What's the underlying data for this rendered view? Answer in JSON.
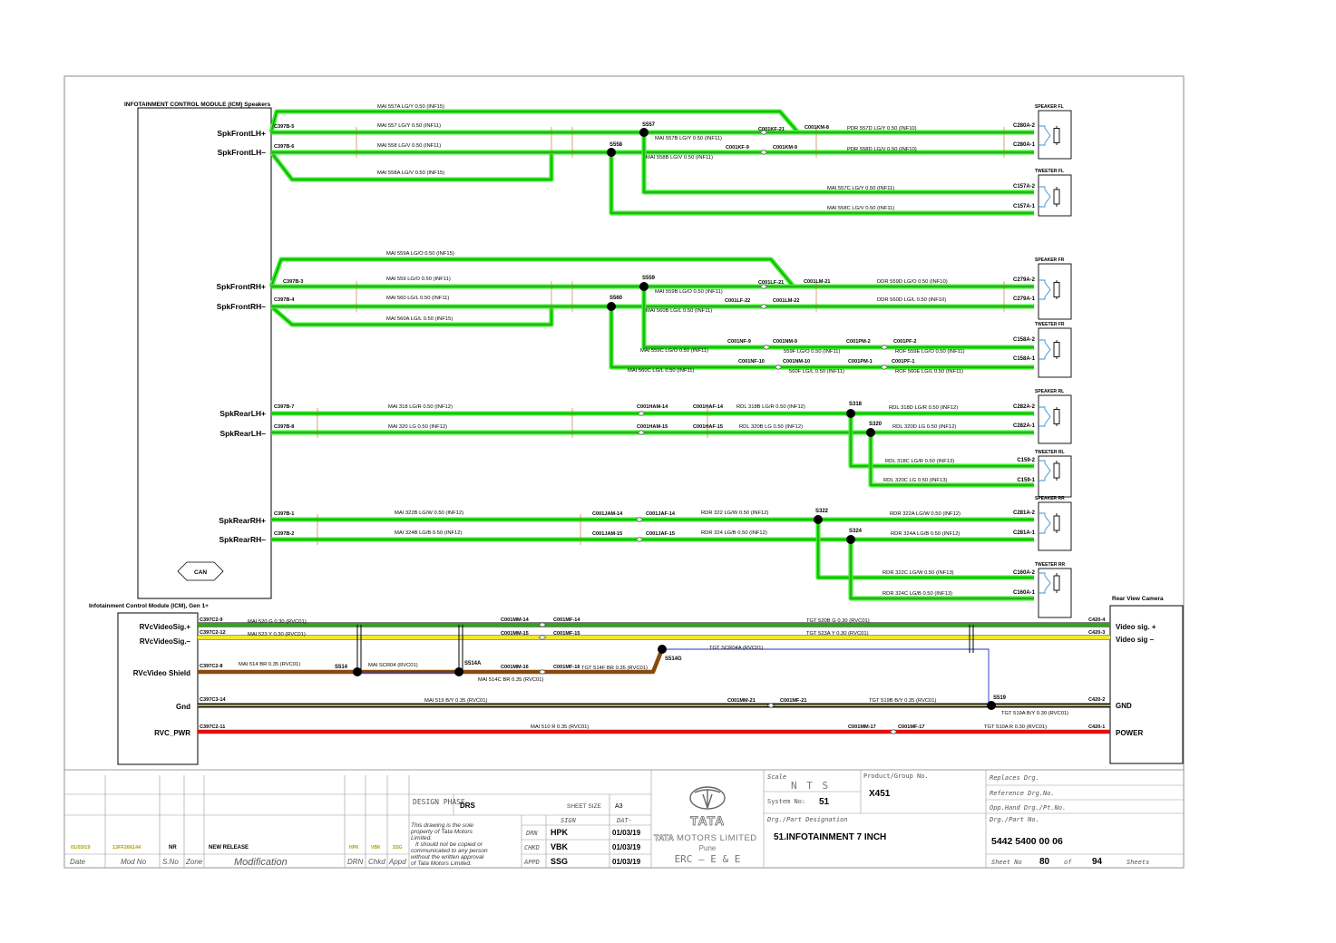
{
  "icm_title": "INFOTAINMENT CONTROL MODULE (ICM) Speakers",
  "icm_pins": [
    "SpkFrontLH+",
    "SpkFrontLH–",
    "SpkFrontRH+",
    "SpkFrontRH–",
    "SpkRearLH+",
    "SpkRearLH–",
    "SpkRearRH+",
    "SpkRearRH–"
  ],
  "can_label": "CAN",
  "gen_title": "Infotainment Control Module (ICM), Gen 1+",
  "gen_pins": [
    "RVcVideoSig.+",
    "RVcVideoSig.–",
    "RVcVideo Shield",
    "Gnd",
    "RVC_PWR"
  ],
  "camera_title": "Rear View Camera",
  "camera_pins": [
    "Video sig. +",
    "Video sig –",
    "GND",
    "POWER"
  ],
  "speakers": [
    {
      "title": "SPEAKER FL",
      "pins": [
        "C280A-2",
        "C280A-1"
      ]
    },
    {
      "title": "TWEETER FL",
      "pins": [
        "C157A-2",
        "C157A-1"
      ]
    },
    {
      "title": "SPEAKER FR",
      "pins": [
        "C279A-2",
        "C279A-1"
      ]
    },
    {
      "title": "TWEETER FR",
      "pins": [
        "C158A-2",
        "C158A-1"
      ]
    },
    {
      "title": "SPEAKER RL",
      "pins": [
        "C282A-2",
        "C282A-1"
      ]
    },
    {
      "title": "TWEETER RL",
      "pins": [
        "C159-2",
        "C159-1"
      ]
    },
    {
      "title": "SPEAKER RR",
      "pins": [
        "C281A-2",
        "C281A-1"
      ]
    },
    {
      "title": "TWEETER RR",
      "pins": [
        "C160A-2",
        "C160A-1"
      ]
    }
  ],
  "connectors": [
    "C397B-5",
    "C397B-6",
    "C001KF-21",
    "C001KM-8",
    "C001KF-9",
    "C001KM-9",
    "C397B-3",
    "C397B-4",
    "C001LF-21",
    "C001LM-21",
    "C001LF-22",
    "C001LM-22",
    "C001NF-9",
    "C001NM-9",
    "C001PM-2",
    "C001PF-2",
    "C001NF-10",
    "C001NM-10",
    "C001PM-1",
    "C001PF-1",
    "C397B-7",
    "C001HAM-14",
    "C001HAF-14",
    "C397B-8",
    "C001HAM-15",
    "C001HAF-15",
    "C397B-1",
    "C001JAM-14",
    "C001JAF-14",
    "C397B-2",
    "C001JAM-15",
    "C001JAF-15",
    "C397C2-9",
    "C001MM-14",
    "C001MF-14",
    "C420-4",
    "C397C2-12",
    "C001MM-15",
    "C001MF-15",
    "C420-3",
    "C397C2-8",
    "C001MM-16",
    "C001MF-16",
    "C397C3-14",
    "C001MM-21",
    "C001MF-21",
    "C420-2",
    "C397C2-11",
    "C001MM-17",
    "C001MF-17",
    "C420-1"
  ],
  "splices": [
    "S557",
    "S558",
    "S559",
    "S560",
    "S318",
    "S320",
    "S322",
    "S324",
    "S514",
    "S514A",
    "S514G",
    "S519"
  ],
  "wires": [
    "MAI 557A LG/Y 0.50 (INF15)",
    "MAI 557 LG/Y 0.50 (INF11)",
    "MAI 558 LG/V 0.50 (INF11)",
    "MAI 558A LG/V 0.50 (INF15)",
    "MAI 557B LG/Y 0.50 (INF11)",
    "MAI 558B LG/V 0.50 (INF11)",
    "PDR 557D LG/Y 0.50 (INF10)",
    "PDR 558D LG/V 0.50 (INF10)",
    "MAI 557C LG/Y 0.50 (INF11)",
    "MAI 558C LG/V 0.50 (INF11)",
    "MAI 559A LG/O 0.50 (INF15)",
    "MAI 559 LG/O 0.50 (INF11)",
    "MAI 560 LG/L 0.50 (INF11)",
    "MAI 560A LG/L 0.50 (INF15)",
    "MAI 559B LG/O 0.50 (INF11)",
    "MAI 560B LG/L 0.50 (INF11)",
    "DDR 559D LG/O 0.50 (INF10)",
    "DDR 560D LG/L 0.50 (INF10)",
    "MAI 559C LG/O 0.50 (INF11)",
    "559F LG/O 0.50 (INF11)",
    "ROF 559E LG/O 0.50 (INF11)",
    "MAI 560C LG/L 0.50 (INF11)",
    "560F LG/L 0.50 (INF11)",
    "ROF 560E LG/L 0.50 (INF11)",
    "MAI 318 LG/R 0.50 (INF12)",
    "RDL 318B LG/R 0.50 (INF12)",
    "RDL 318D LG/R 0.50 (INF12)",
    "MAI 320 LG 0.50 (INF12)",
    "RDL 320B LG 0.50 (INF12)",
    "RDL 320D LG 0.50 (INF12)",
    "RDL 318C LG/R 0.50 (INF13)",
    "RDL 320C LG 0.50 (INF13)",
    "MAI 322B LG/W 0.50 (INF12)",
    "RDR 322 LG/W 0.50 (INF12)",
    "RDR 322A LG/W 0.50 (INF12)",
    "MAI 324B LG/B 0.50 (INF12)",
    "RDR 324 LG/B 0.50 (INF12)",
    "RDR 324A LG/B 0.50 (INF12)",
    "RDR 322C LG/W 0.50 (INF13)",
    "RDR 324C LG/B 0.50 (INF13)",
    "MAI 520 G 0.30 (RVC01)",
    "TGT 520B G 0.30 (RVC01)",
    "MAI 523 Y 0.30 (RVC01)",
    "TGT 523A Y 0.30 (RVC01)",
    "MAI 514 BR 0.35 (RVC01)",
    "MAI SCR04 (RVC01)",
    "MAI 514C BR 0.35 (RVC01)",
    "TGT 514F BR 0.35 (RVC01)",
    "TGT SCR04A (RVC01)",
    "MAI 519 B/Y 0.35 (RVC01)",
    "TGT 519B B/Y 0.35 (RVC01)",
    "TGT 519A B/Y 0.30 (RVC01)",
    "MAI 510 R 0.35 (RVC01)",
    "TGT 510A R 0.30 (RVC01)"
  ],
  "colors": {
    "lg_wire": "#33ee22",
    "lg_core": "#1d8f15",
    "yellow": "#f0e830",
    "brown": "#8a4a0a",
    "red": "#e01010",
    "black": "#000000",
    "blue": "#2233cc",
    "revision_text": "#b0a000"
  },
  "title_block": {
    "revision": {
      "date": "01/03/19",
      "mod_no": "13FF266144",
      "sno": "NR",
      "modification": "NEW RELEASE",
      "drn": "HPK",
      "chkd": "VBK",
      "appd": "SSG"
    },
    "col_headers": [
      "Date",
      "Mod No",
      "S.No",
      "Zone",
      "Modification",
      "DRN",
      "Chkd",
      "Appd"
    ],
    "design_phase_label": "DESIGN PHASE",
    "design_phase": "DRS",
    "sheet_size_label": "SHEET SIZE",
    "sheet_size": "A3",
    "sign_label": "SIGN",
    "date_label": "DAT-",
    "notice": [
      "This drawing is the sole",
      "property of Tata Motors",
      "Limited.",
      "It should not be copied or",
      "communicated to any person",
      "without the written approval",
      "of Tata Motors Limited."
    ],
    "signoff": [
      {
        "role": "DRN",
        "name": "HPK",
        "date": "01/03/19"
      },
      {
        "role": "CHKD",
        "name": "VBK",
        "date": "01/03/19"
      },
      {
        "role": "APPD",
        "name": "SSG",
        "date": "01/03/19"
      }
    ],
    "company_brand": "TATA",
    "company_name": "MOTORS LIMITED",
    "company_city": "Pune",
    "company_dept": "ERC – E & E",
    "scale_label": "Scale",
    "scale": "N T S",
    "system_label": "System No:",
    "system_no": "51",
    "product_label": "Product/Group No.",
    "product": "X451",
    "designation_label": "Drg./Part Designation",
    "designation": "51.INFOTAINMENT 7 INCH",
    "replaces_label": "Replaces Drg.",
    "reference_label": "Reference Drg.No.",
    "opp_label": "Opp.Hand Drg./Pt.No.",
    "drg_part_label": "Drg./Part No.",
    "drg_no": "5442 5400 00 06",
    "sheet_label": "Sheet No",
    "sheet_no": "80",
    "of_label": "of",
    "total_sheets": "94",
    "sheets_label": "Sheets"
  }
}
